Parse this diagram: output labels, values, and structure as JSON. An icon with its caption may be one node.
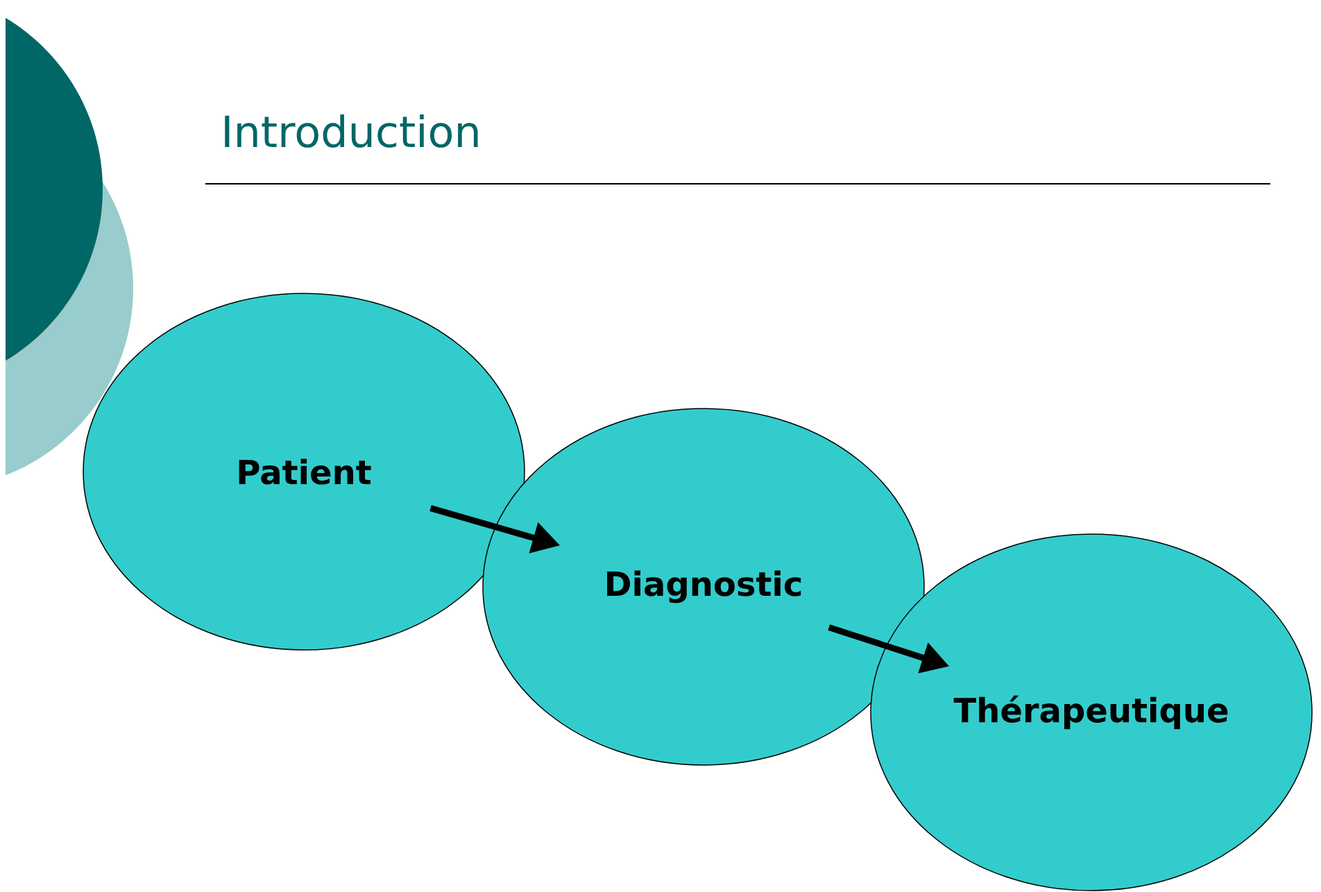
{
  "diagram": {
    "title": "Introduction",
    "nodes": [
      {
        "text": [
          "Patient"
        ]
      },
      {
        "text": [
          "Diagnostic"
        ]
      },
      {
        "text": [
          "Thérapeutique"
        ]
      }
    ],
    "edges": [
      {
        "from": 0,
        "to": 1,
        "arrow": "to"
      },
      {
        "from": 1,
        "to": 2,
        "arrow": "to"
      }
    ]
  }
}
